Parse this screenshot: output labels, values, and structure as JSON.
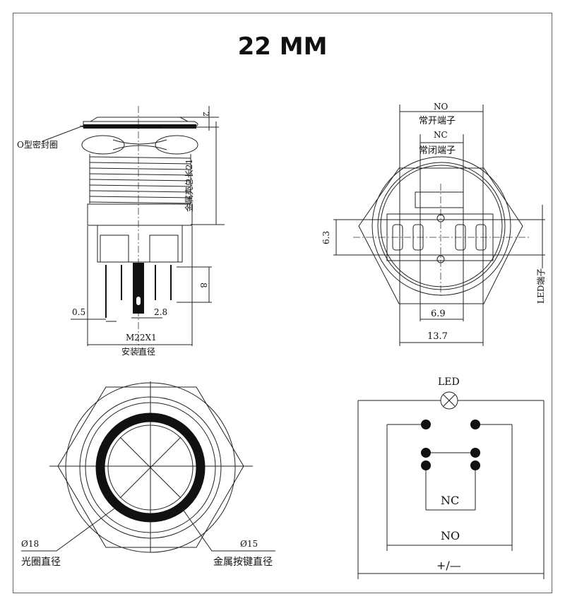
{
  "title": "22 MM",
  "side_view": {
    "o_ring_label": "O型密封圈",
    "cap_dim": "2",
    "length_label": "金属壳总长21",
    "pin_length": "8",
    "pin_width": "0.5",
    "tab_width": "2.8",
    "thread": "M22X1",
    "mount_label": "安装直径"
  },
  "rear_view": {
    "no_label": "NO",
    "no_terminal": "常开端子",
    "nc_label": "NC",
    "nc_terminal": "常闭端子",
    "height_dim": "6.3",
    "led_terminal": "LED端子",
    "inner_width": "6.9",
    "outer_width": "13.7"
  },
  "front_view": {
    "ring_dia": "Ø18",
    "ring_label": "光圈直径",
    "button_dia": "Ø15",
    "button_label": "金属按键直径"
  },
  "circuit": {
    "led_label": "LED",
    "nc_label": "NC",
    "no_label": "NO",
    "power_label": "+/—"
  }
}
